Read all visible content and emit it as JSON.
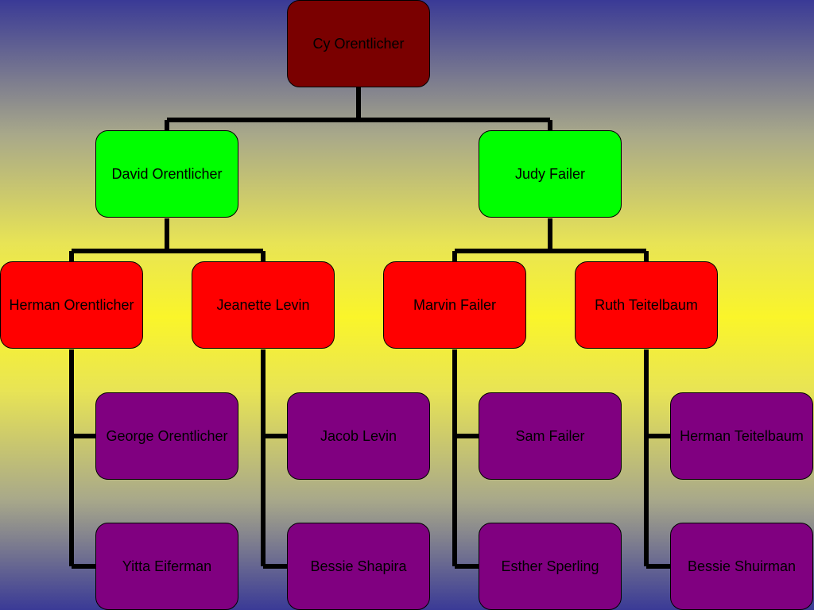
{
  "tree": {
    "root": {
      "name": "Cy Orentlicher"
    },
    "children": [
      {
        "name": "David Orentlicher",
        "parents": [
          {
            "name": "Herman Orentlicher",
            "parents": [
              "George Orentlicher",
              "Yitta Eiferman"
            ]
          },
          {
            "name": "Jeanette Levin",
            "parents": [
              "Jacob Levin",
              "Bessie Shapira"
            ]
          }
        ]
      },
      {
        "name": "Judy Failer",
        "parents": [
          {
            "name": "Marvin Failer",
            "parents": [
              "Sam Failer",
              "Esther Sperling"
            ]
          },
          {
            "name": "Ruth Teitelbaum",
            "parents": [
              "Herman Teitelbaum",
              "Bessie Shuirman"
            ]
          }
        ]
      }
    ]
  },
  "colors": {
    "level0": "#7a0000",
    "level1": "#00ff00",
    "level2": "#ff0000",
    "level3": "#800080",
    "connector": "#000000"
  }
}
